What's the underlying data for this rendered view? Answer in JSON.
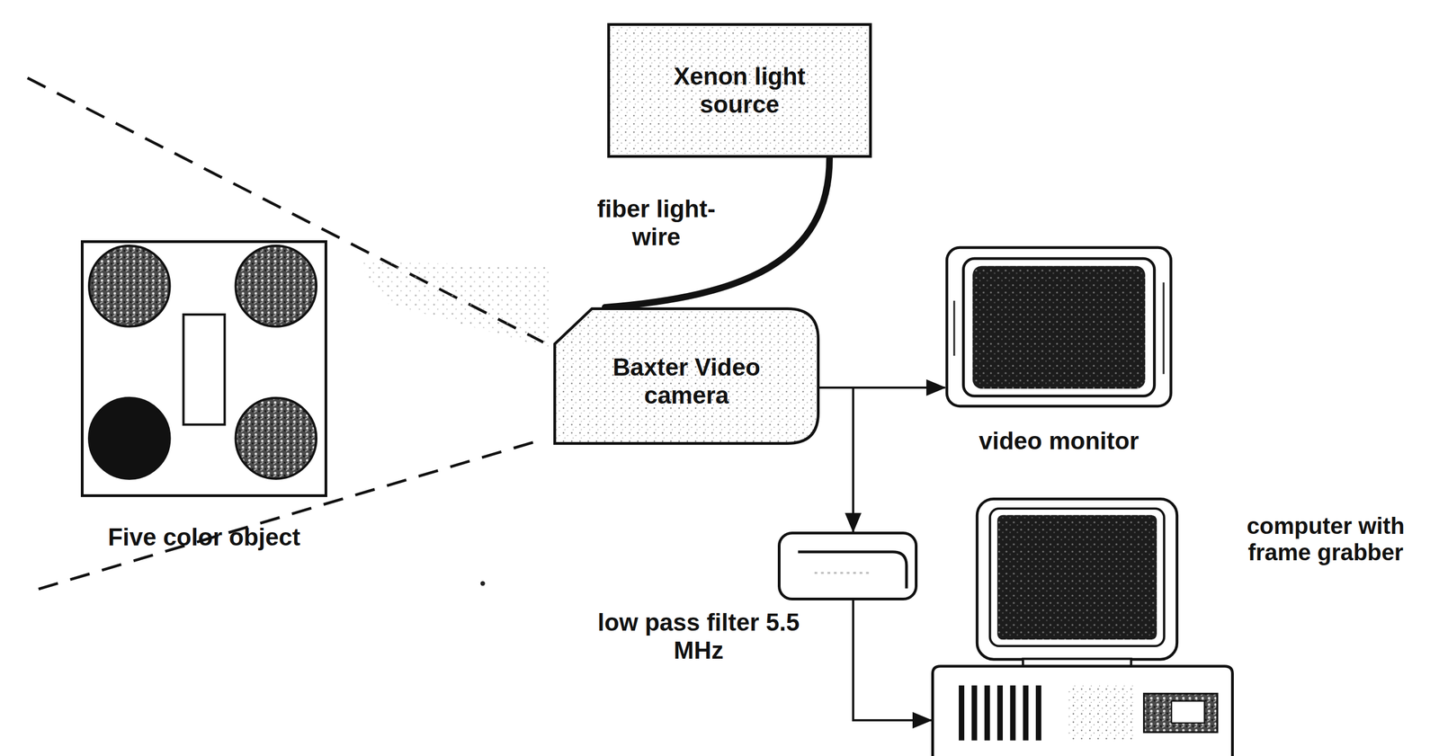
{
  "diagram": {
    "nodes": [
      {
        "text": [
          "Xenon light source"
        ]
      },
      {
        "text": [
          "Five color object"
        ]
      },
      {
        "text": [
          "Baxter Video camera"
        ]
      },
      {
        "text": [
          "video monitor"
        ]
      },
      {
        "text": [
          "low pass filter 5.5 MHz"
        ]
      },
      {
        "text": [
          "computer with frame grabber"
        ]
      }
    ],
    "edges": [
      {
        "from": 0,
        "to": 2,
        "arrow": "none"
      },
      {
        "from": 2,
        "to": 3,
        "arrow": "to"
      },
      {
        "from": 2,
        "to": 4,
        "arrow": "to"
      },
      {
        "from": 4,
        "to": 5,
        "arrow": "to"
      }
    ],
    "labels": [
      "fiber light-wire"
    ]
  }
}
